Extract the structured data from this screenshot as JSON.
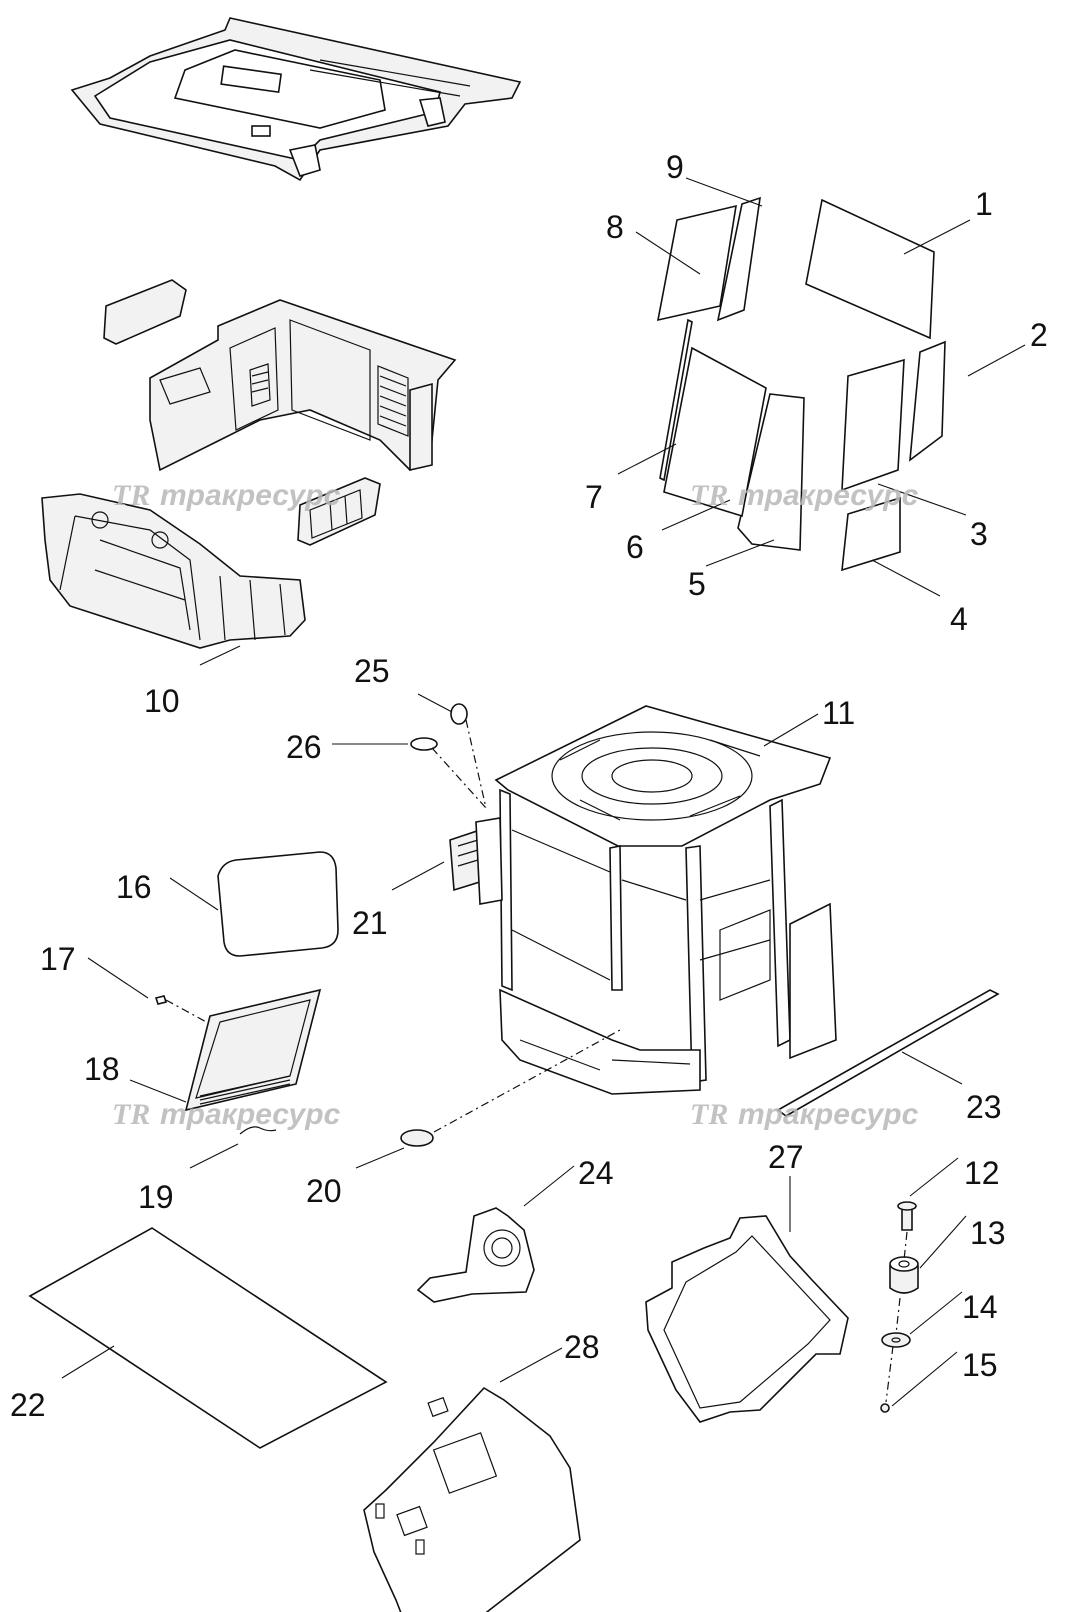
{
  "watermark": {
    "logo": "TR",
    "text": "тракресурс"
  },
  "callouts": [
    {
      "id": "1",
      "label": "1"
    },
    {
      "id": "2",
      "label": "2"
    },
    {
      "id": "3",
      "label": "3"
    },
    {
      "id": "4",
      "label": "4"
    },
    {
      "id": "5",
      "label": "5"
    },
    {
      "id": "6",
      "label": "6"
    },
    {
      "id": "7",
      "label": "7"
    },
    {
      "id": "8",
      "label": "8"
    },
    {
      "id": "9",
      "label": "9"
    },
    {
      "id": "10",
      "label": "10"
    },
    {
      "id": "11",
      "label": "11"
    },
    {
      "id": "12",
      "label": "12"
    },
    {
      "id": "13",
      "label": "13"
    },
    {
      "id": "14",
      "label": "14"
    },
    {
      "id": "15",
      "label": "15"
    },
    {
      "id": "16",
      "label": "16"
    },
    {
      "id": "17",
      "label": "17"
    },
    {
      "id": "18",
      "label": "18"
    },
    {
      "id": "19",
      "label": "19"
    },
    {
      "id": "20",
      "label": "20"
    },
    {
      "id": "21",
      "label": "21"
    },
    {
      "id": "22",
      "label": "22"
    },
    {
      "id": "23",
      "label": "23"
    },
    {
      "id": "24",
      "label": "24"
    },
    {
      "id": "25",
      "label": "25"
    },
    {
      "id": "26",
      "label": "26"
    },
    {
      "id": "27",
      "label": "27"
    },
    {
      "id": "28",
      "label": "28"
    }
  ]
}
